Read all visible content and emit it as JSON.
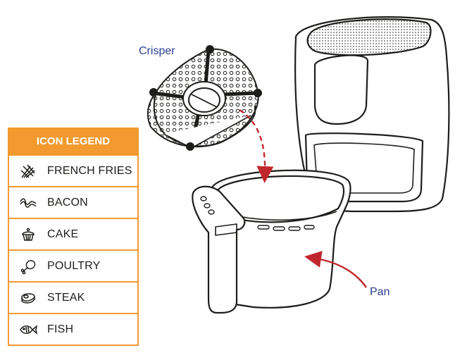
{
  "labels": {
    "crisper": "Crisper",
    "pan": "Pan"
  },
  "legend": {
    "title": "ICON LEGEND",
    "items": [
      {
        "label": "FRENCH FRIES",
        "icon": "french-fries-icon"
      },
      {
        "label": "BACON",
        "icon": "bacon-icon"
      },
      {
        "label": "CAKE",
        "icon": "cake-icon"
      },
      {
        "label": "POULTRY",
        "icon": "poultry-icon"
      },
      {
        "label": "STEAK",
        "icon": "steak-icon"
      },
      {
        "label": "FISH",
        "icon": "fish-icon"
      }
    ]
  },
  "colors": {
    "legend_accent": "#f29a2e",
    "label_text": "#2a3f8f",
    "arrow": "#c0272d",
    "line_art": "#1d1d1b"
  }
}
